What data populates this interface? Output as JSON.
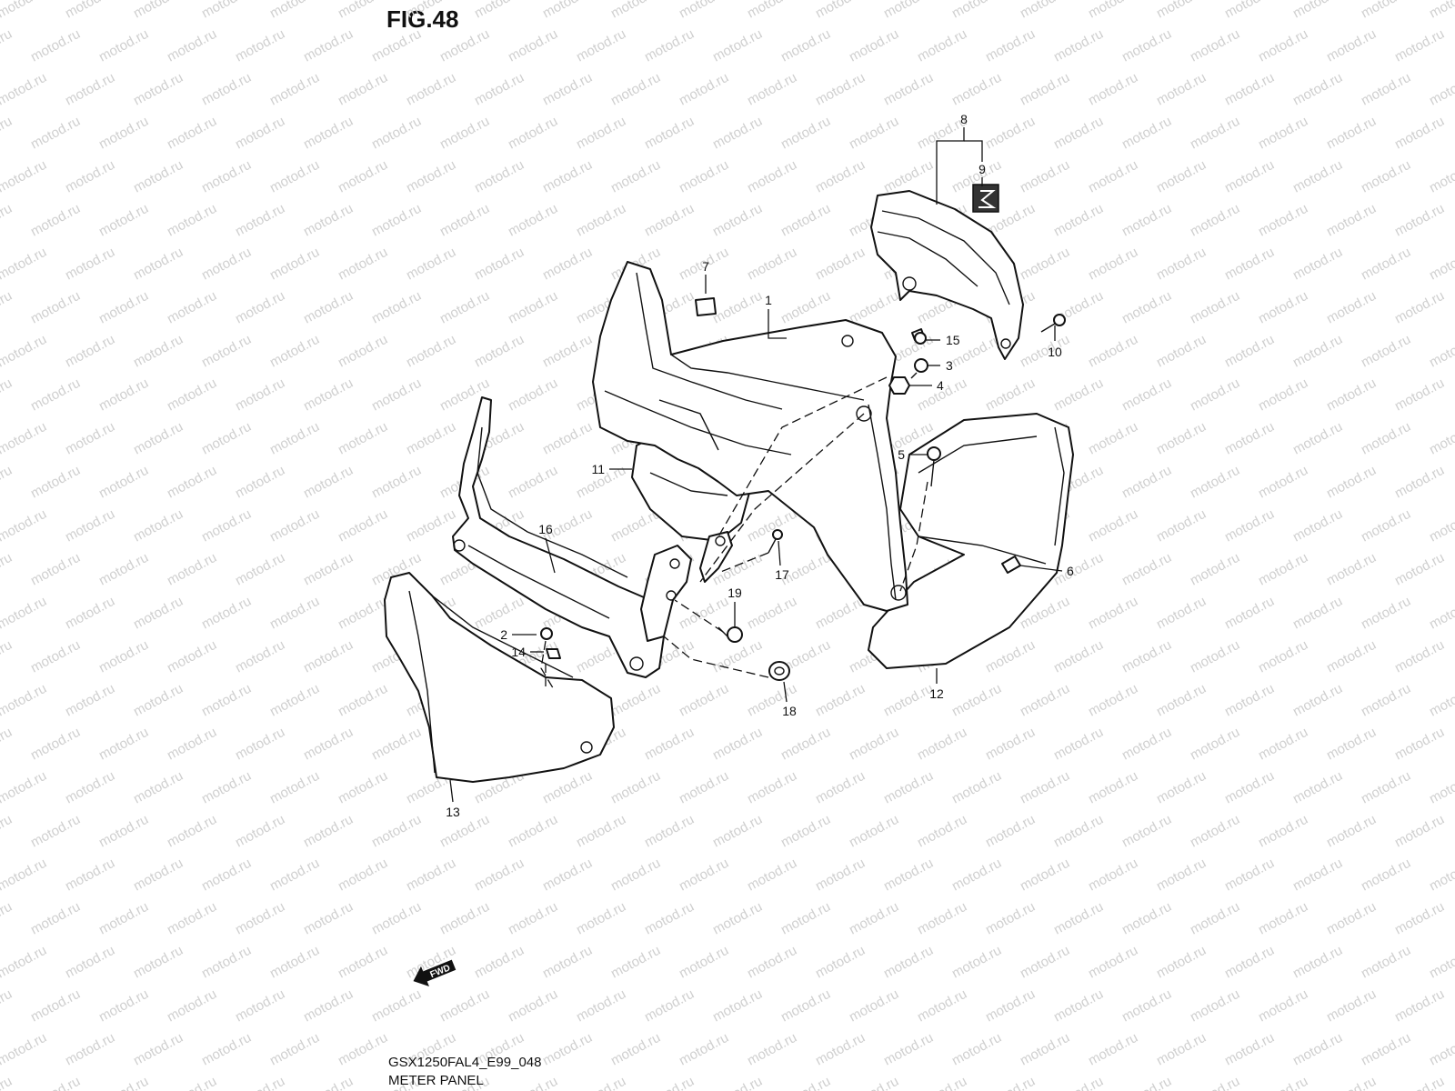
{
  "figure": {
    "title": "FIG.48",
    "code": "GSX1250FAL4_E99_048",
    "name": "METER PANEL"
  },
  "watermark": {
    "text": "motod.ru"
  },
  "fwd_badge": {
    "text": "FWD"
  },
  "callouts": [
    "1",
    "2",
    "3",
    "4",
    "5",
    "6",
    "7",
    "8",
    "9",
    "10",
    "11",
    "12",
    "13",
    "14",
    "15",
    "16",
    "17",
    "18",
    "19"
  ]
}
